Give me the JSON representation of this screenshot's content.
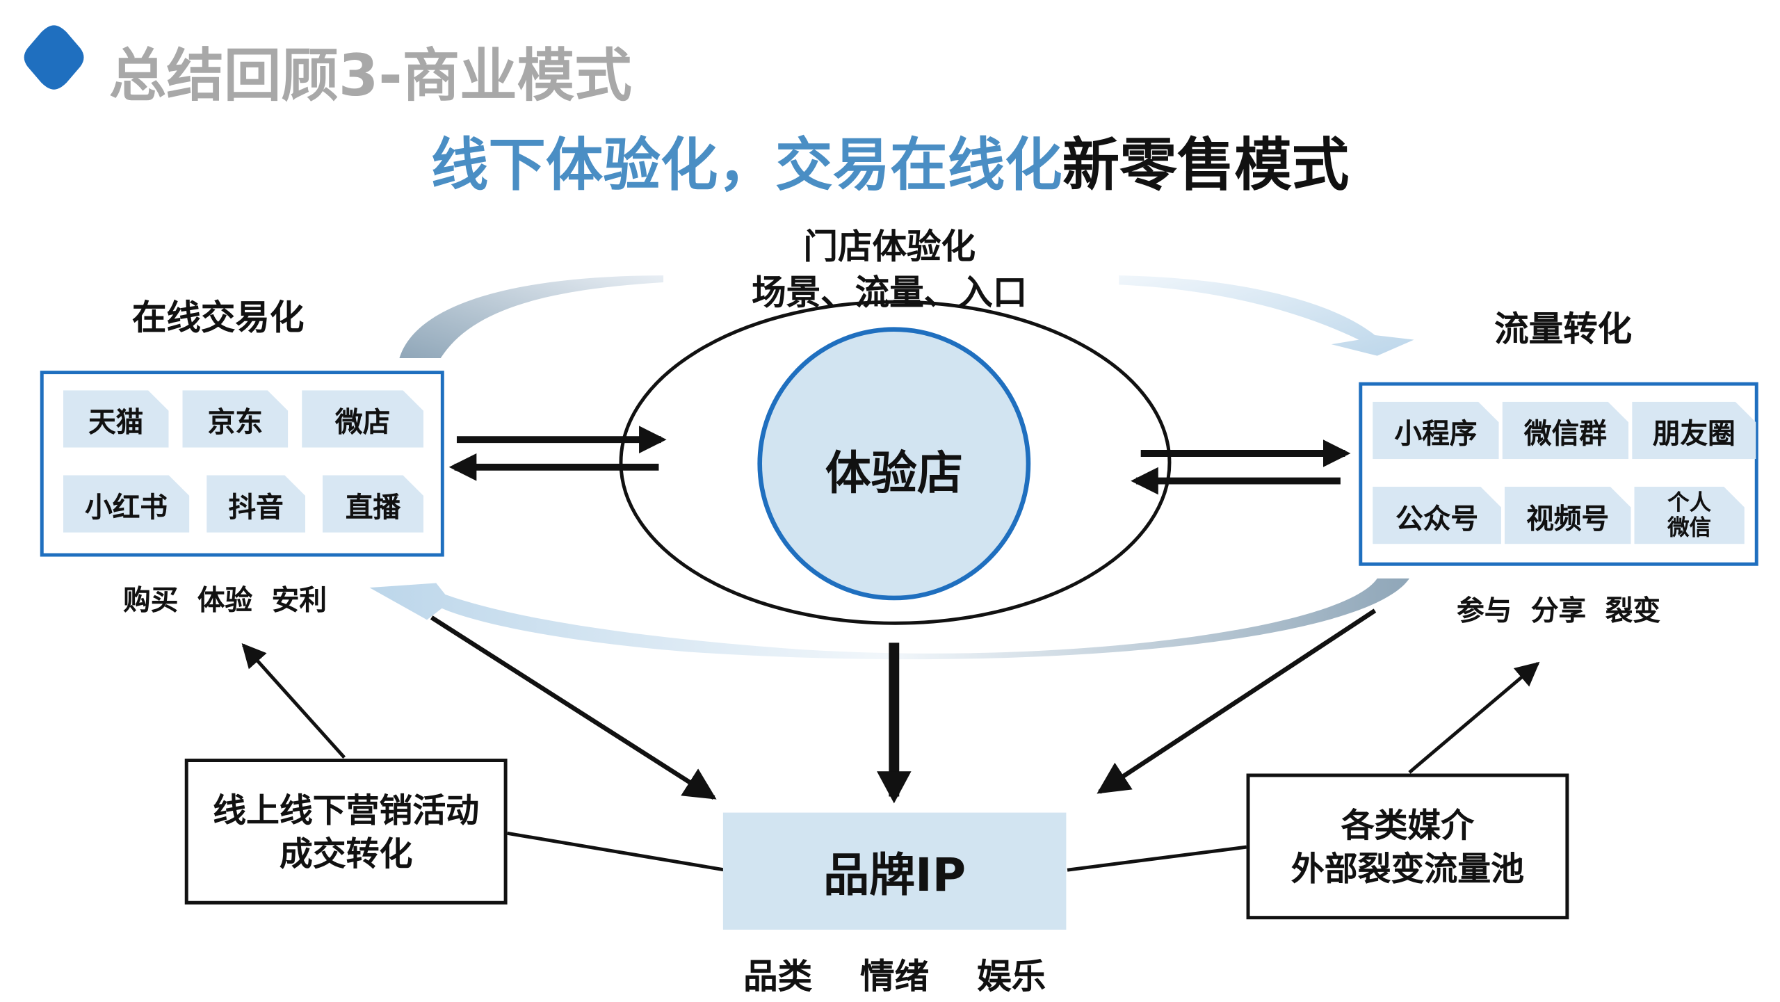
{
  "header": {
    "title": "总结回顾3-商业模式",
    "subtitle_blue": "线下体验化，交易在线化",
    "subtitle_black": "新零售模式"
  },
  "center": {
    "top_label_line1": "门店体验化",
    "top_label_line2": "场景、流量、入口",
    "circle_label": "体验店"
  },
  "left_panel": {
    "heading": "在线交易化",
    "tags": [
      "天猫",
      "京东",
      "微店",
      "小红书",
      "抖音",
      "直播"
    ],
    "caption": "购买  体验  安利"
  },
  "right_panel": {
    "heading": "流量转化",
    "tags": [
      "小程序",
      "微信群",
      "朋友圈",
      "公众号",
      "视频号",
      "个人\n微信"
    ],
    "caption": "参与  分享  裂变"
  },
  "brand": {
    "label": "品牌IP",
    "caption": "品类    情绪    娱乐"
  },
  "notes": {
    "left_line1": "线上线下营销活动",
    "left_line2": "成交转化",
    "right_line1": "各类媒介",
    "right_line2": "外部裂变流量池"
  },
  "colors": {
    "accent_blue": "#1f6fbf",
    "subtitle_blue": "#4a8ec4",
    "light_fill": "#d2e4f1",
    "title_gray": "#a8a8a8"
  }
}
